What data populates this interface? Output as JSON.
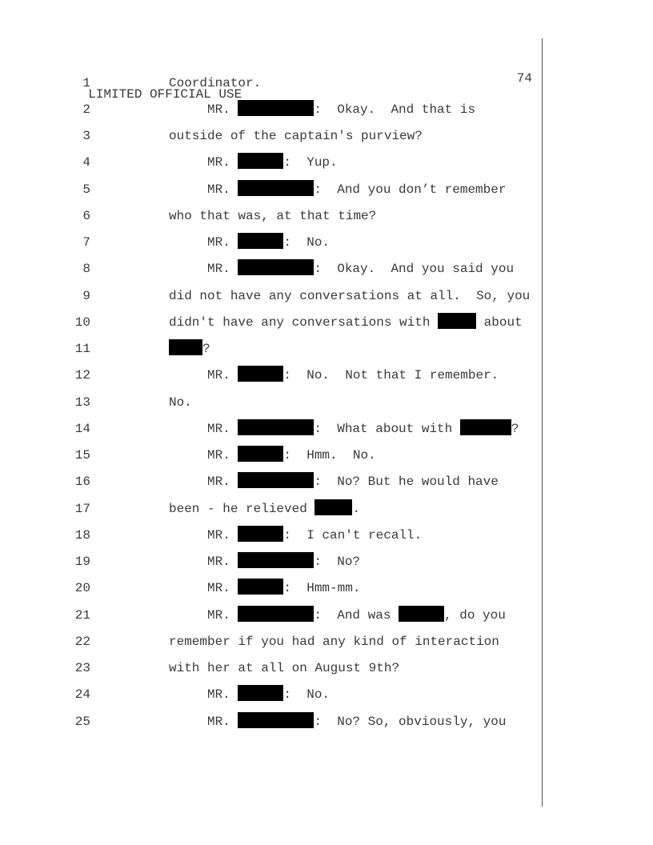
{
  "header": {
    "classification": "LIMITED OFFICIAL USE",
    "page_number": "74"
  },
  "lines": [
    {
      "n": "1",
      "segs": [
        {
          "t": "Coordinator."
        }
      ]
    },
    {
      "n": "2",
      "segs": [
        {
          "t": "     MR. "
        },
        {
          "r": "long"
        },
        {
          "t": ":  Okay.  And that is"
        }
      ]
    },
    {
      "n": "3",
      "segs": [
        {
          "t": "outside of the captain's purview?"
        }
      ]
    },
    {
      "n": "4",
      "segs": [
        {
          "t": "     MR. "
        },
        {
          "r": "short"
        },
        {
          "t": ":  Yup."
        }
      ]
    },
    {
      "n": "5",
      "segs": [
        {
          "t": "     MR. "
        },
        {
          "r": "long"
        },
        {
          "t": ":  And you don’t remember"
        }
      ]
    },
    {
      "n": "6",
      "segs": [
        {
          "t": "who that was, at that time?"
        }
      ]
    },
    {
      "n": "7",
      "segs": [
        {
          "t": "     MR. "
        },
        {
          "r": "short"
        },
        {
          "t": ":  No."
        }
      ]
    },
    {
      "n": "8",
      "segs": [
        {
          "t": "     MR. "
        },
        {
          "r": "long"
        },
        {
          "t": ":  Okay.  And you said you"
        }
      ]
    },
    {
      "n": "9",
      "segs": [
        {
          "t": "did not have any conversations at all.  So, you"
        }
      ]
    },
    {
      "n": "10",
      "segs": [
        {
          "t": "didn't have any conversations with "
        },
        {
          "r": "a"
        },
        {
          "t": " about"
        }
      ]
    },
    {
      "n": "11",
      "segs": [
        {
          "r": "b"
        },
        {
          "t": "?"
        }
      ]
    },
    {
      "n": "12",
      "segs": [
        {
          "t": "     MR. "
        },
        {
          "r": "short"
        },
        {
          "t": ":  No.  Not that I remember."
        }
      ]
    },
    {
      "n": "13",
      "segs": [
        {
          "t": "No."
        }
      ]
    },
    {
      "n": "14",
      "segs": [
        {
          "t": "     MR. "
        },
        {
          "r": "long"
        },
        {
          "t": ":  What about with "
        },
        {
          "r": "c"
        },
        {
          "t": "?"
        }
      ]
    },
    {
      "n": "15",
      "segs": [
        {
          "t": "     MR. "
        },
        {
          "r": "short"
        },
        {
          "t": ":  Hmm.  No."
        }
      ]
    },
    {
      "n": "16",
      "segs": [
        {
          "t": "     MR. "
        },
        {
          "r": "long"
        },
        {
          "t": ":  No? But he would have"
        }
      ]
    },
    {
      "n": "17",
      "segs": [
        {
          "t": "been - he relieved "
        },
        {
          "r": "d"
        },
        {
          "t": "."
        }
      ]
    },
    {
      "n": "18",
      "segs": [
        {
          "t": "     MR. "
        },
        {
          "r": "short"
        },
        {
          "t": ":  I can't recall."
        }
      ]
    },
    {
      "n": "19",
      "segs": [
        {
          "t": "     MR. "
        },
        {
          "r": "long"
        },
        {
          "t": ":  No?"
        }
      ]
    },
    {
      "n": "20",
      "segs": [
        {
          "t": "     MR. "
        },
        {
          "r": "short"
        },
        {
          "t": ":  Hmm-mm."
        }
      ]
    },
    {
      "n": "21",
      "segs": [
        {
          "t": "     MR. "
        },
        {
          "r": "long"
        },
        {
          "t": ":  And was "
        },
        {
          "r": "short"
        },
        {
          "t": ", do you"
        }
      ]
    },
    {
      "n": "22",
      "segs": [
        {
          "t": "remember if you had any kind of interaction"
        }
      ]
    },
    {
      "n": "23",
      "segs": [
        {
          "t": "with her at all on August 9th?"
        }
      ]
    },
    {
      "n": "24",
      "segs": [
        {
          "t": "     MR. "
        },
        {
          "r": "short"
        },
        {
          "t": ":  No."
        }
      ]
    },
    {
      "n": "25",
      "segs": [
        {
          "t": "     MR. "
        },
        {
          "r": "long"
        },
        {
          "t": ":  No? So, obviously, you"
        }
      ]
    }
  ]
}
